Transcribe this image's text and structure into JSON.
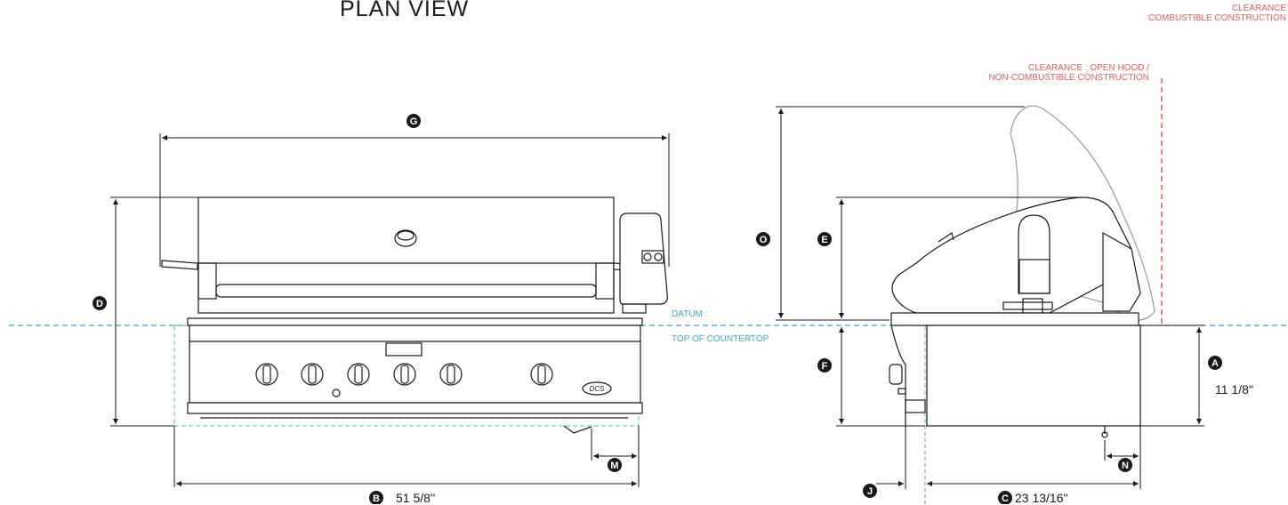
{
  "title": "PLAN VIEW",
  "clearance_top": {
    "line1": "CLEARANCE",
    "line2": "COMBUSTIBLE CONSTRUCTION"
  },
  "clearance_hood": {
    "line1": "CLEARANCE : OPEN HOOD /",
    "line2": "NON-COMBUSTIBLE CONSTRUCTION"
  },
  "datum": {
    "line1": "DATUM :",
    "line2": "TOP OF COUNTERTOP"
  },
  "markers": {
    "G": "G",
    "D": "D",
    "O": "O",
    "E": "E",
    "F": "F",
    "A": "A",
    "M": "M",
    "N": "N",
    "B": "B",
    "J": "J",
    "C": "C"
  },
  "dimensions": {
    "A": "11 1/8''",
    "B": "51 5/8''",
    "C": "23 13/16''"
  },
  "brand": "DCS",
  "colors": {
    "line": "#1a1a1a",
    "clearance": "#ee5a5a",
    "datum": "#3aa7d6",
    "hood_open": "#9a9a9a",
    "cutout": "#6fcf9a"
  }
}
